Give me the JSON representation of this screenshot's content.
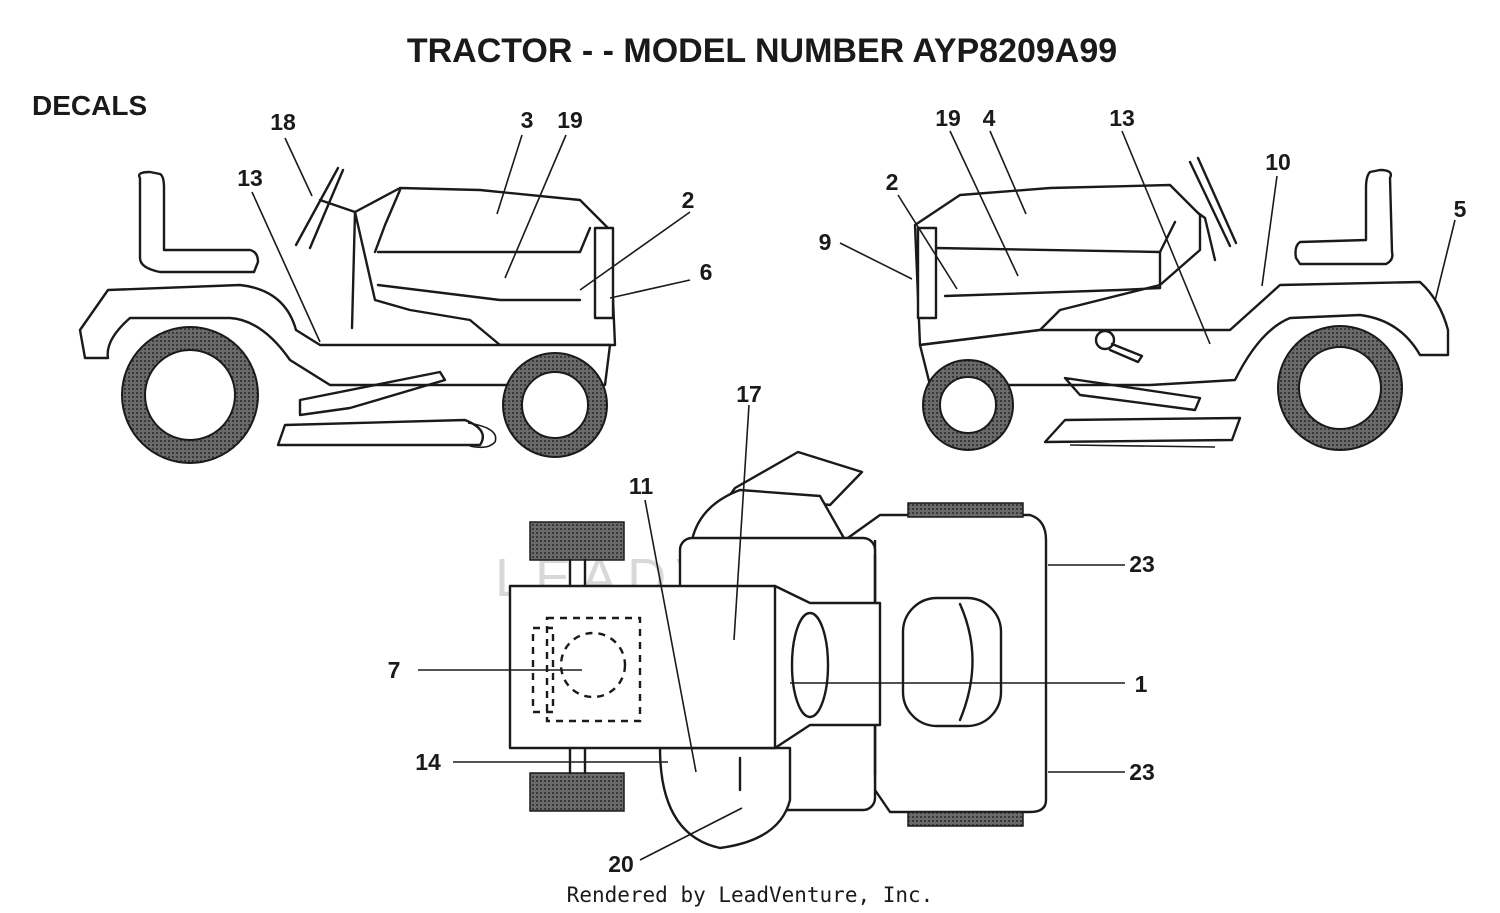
{
  "diagram": {
    "title": "TRACTOR - - MODEL NUMBER AYP8209A99",
    "section_label": "DECALS",
    "footer": "Rendered by LeadVenture, Inc.",
    "watermark": "LEADVENTURE",
    "colors": {
      "ink": "#1a1a1a",
      "tire_fill": "#5a5a5a",
      "watermark": "#d8d8d8"
    },
    "left_view": {
      "callouts": [
        "18",
        "13",
        "3",
        "19",
        "2",
        "6"
      ]
    },
    "right_view": {
      "callouts": [
        "19",
        "4",
        "13",
        "2",
        "9",
        "10",
        "5"
      ]
    },
    "top_view": {
      "callouts": [
        "17",
        "11",
        "7",
        "14",
        "20",
        "23",
        "1",
        "23"
      ]
    }
  }
}
